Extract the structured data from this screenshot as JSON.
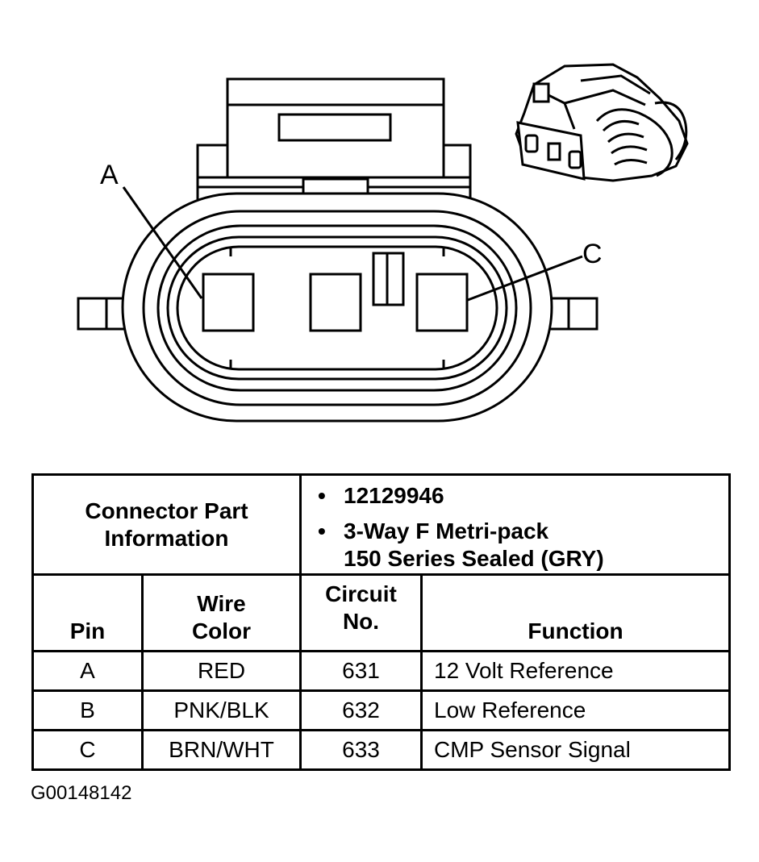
{
  "diagram": {
    "pin_labels": {
      "a": "A",
      "c": "C"
    }
  },
  "table": {
    "part_info_label_line1": "Connector Part",
    "part_info_label_line2": "Information",
    "part_number": "12129946",
    "description_line1": "3-Way F Metri-pack",
    "description_line2": "150 Series Sealed (GRY)",
    "headers": {
      "pin": "Pin",
      "wire_color_line1": "Wire",
      "wire_color_line2": "Color",
      "circuit_line1": "Circuit",
      "circuit_line2": "No.",
      "function": "Function"
    },
    "rows": [
      {
        "pin": "A",
        "wire_color": "RED",
        "circuit": "631",
        "function": "12 Volt Reference"
      },
      {
        "pin": "B",
        "wire_color": "PNK/BLK",
        "circuit": "632",
        "function": "Low Reference"
      },
      {
        "pin": "C",
        "wire_color": "BRN/WHT",
        "circuit": "633",
        "function": "CMP Sensor Signal"
      }
    ]
  },
  "figure_id": "G00148142"
}
